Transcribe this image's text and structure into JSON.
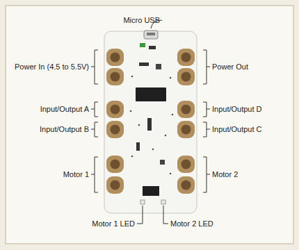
{
  "diagram": {
    "labels": [
      "Micro USB",
      "Power In (4.5 to 5.5V)",
      "Power Out",
      "Input/Output A",
      "Input/Output D",
      "Input/Output B",
      "Input/Output C",
      "Motor 1",
      "Motor 2",
      "Motor 1 LED",
      "Motor 2 LED"
    ]
  }
}
